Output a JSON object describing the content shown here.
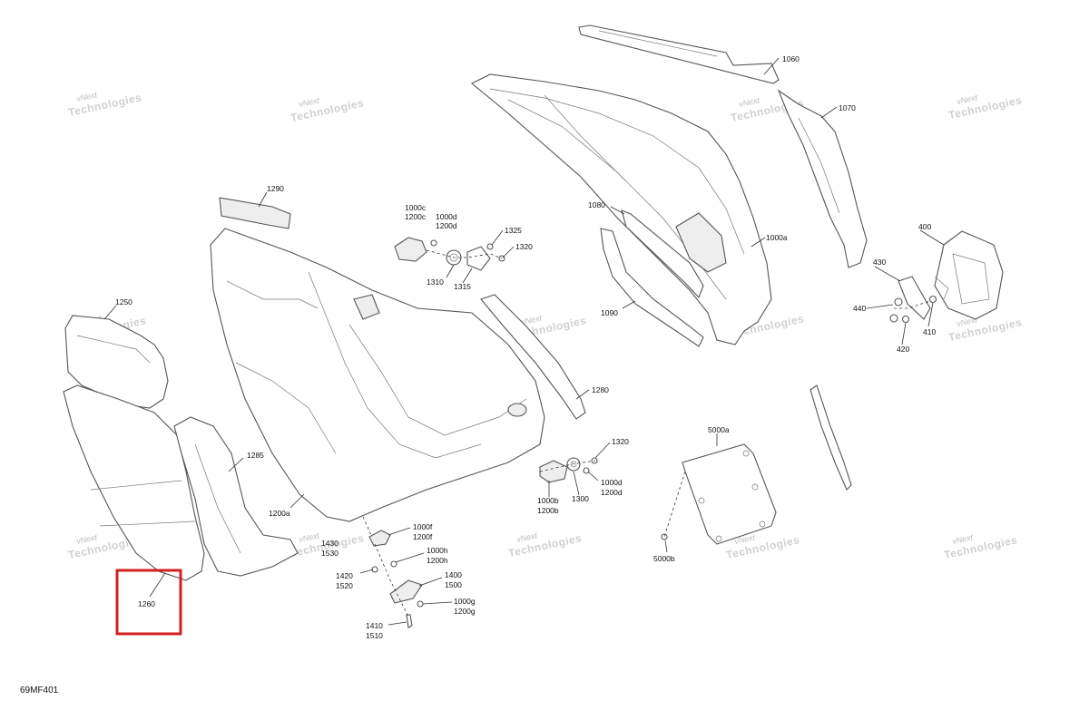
{
  "diagram": {
    "code": "69MF401",
    "highlight_color": "#d41f1f",
    "watermark": {
      "line1": "vNext",
      "line2": "Technologies"
    },
    "callouts": {
      "c1060": "1060",
      "c1070": "1070",
      "c1290": "1290",
      "c1000c": "1000c",
      "c1200c": "1200c",
      "c1000d_top": "1000d",
      "c1200d_top": "1200d",
      "c1325": "1325",
      "c1320_top": "1320",
      "c1310": "1310",
      "c1315": "1315",
      "c1080": "1080",
      "c1000a": "1000a",
      "c400": "400",
      "c430": "430",
      "c440": "440",
      "c420": "420",
      "c410": "410",
      "c1250": "1250",
      "c1090": "1090",
      "c1280": "1280",
      "c1285": "1285",
      "c1200a": "1200a",
      "c1320_mid": "1320",
      "c1000d_mid": "1000d",
      "c1200d_mid": "1200d",
      "c1000b": "1000b",
      "c1200b": "1200b",
      "c1300": "1300",
      "c5000a": "5000a",
      "c5000b": "5000b",
      "c1430": "1430",
      "c1530": "1530",
      "c1000f": "1000f",
      "c1200f": "1200f",
      "c1000h": "1000h",
      "c1200h": "1200h",
      "c1420": "1420",
      "c1520": "1520",
      "c1400": "1400",
      "c1500": "1500",
      "c1000g": "1000g",
      "c1200g": "1200g",
      "c1410": "1410",
      "c1510": "1510",
      "c1260": "1260"
    }
  }
}
